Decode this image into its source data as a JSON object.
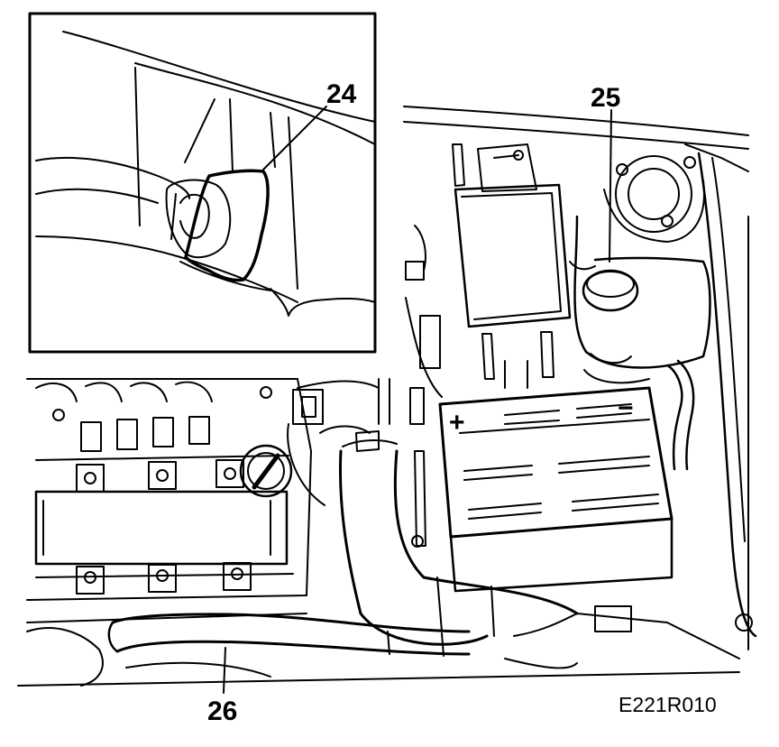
{
  "callouts": {
    "c24": "24",
    "c25": "25",
    "c26": "26"
  },
  "figure_code": "E221R010",
  "battery": {
    "plus_symbol": "+",
    "minus_symbol": "−"
  }
}
